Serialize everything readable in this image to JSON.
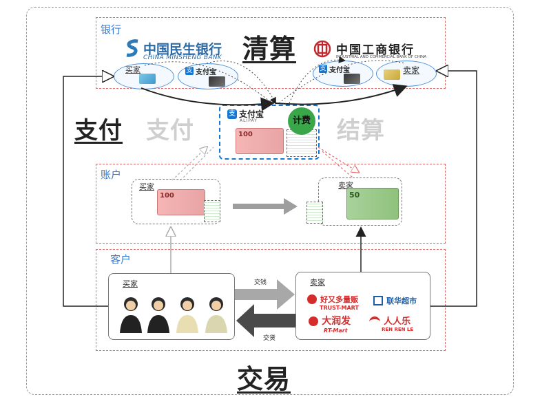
{
  "zones": {
    "bank": "银行",
    "account": "账户",
    "customer": "客户"
  },
  "titles": {
    "clearing": "清算",
    "payment_main": "支付",
    "payment_ghost": "支付",
    "settlement_ghost": "结算",
    "trade": "交易"
  },
  "banks": {
    "minsheng_cn": "中国民生银行",
    "minsheng_en": "CHINA MINSHENG BANK",
    "icbc_cn": "中国工商银行",
    "icbc_en": "INDUSTRIAL AND COMMERCIAL BANK OF CHINA"
  },
  "roles": {
    "buyer": "买家",
    "seller": "卖家"
  },
  "alipay": {
    "name": "支付宝",
    "en": "ALIPAY",
    "fee": "计费"
  },
  "banknotes": {
    "buyer_note": "100",
    "seller_note": "50"
  },
  "flows": {
    "payment": "交钱",
    "delivery": "交货"
  },
  "stores": [
    {
      "name": "好又多量贩",
      "sub": "TRUST-MART",
      "color": "#d62b2b"
    },
    {
      "name": "联华超市",
      "sub": "",
      "color": "#1f5fa8"
    },
    {
      "name": "大润发",
      "sub": "RT-Mart",
      "color": "#d62b2b"
    },
    {
      "name": "人人乐",
      "sub": "REN REN LE",
      "color": "#d62b2b"
    }
  ],
  "colors": {
    "zone_border": "#e06a6a",
    "zone_label": "#3a7bd5",
    "alipay_blue": "#1677d2",
    "fee_green": "#3aa64a"
  }
}
